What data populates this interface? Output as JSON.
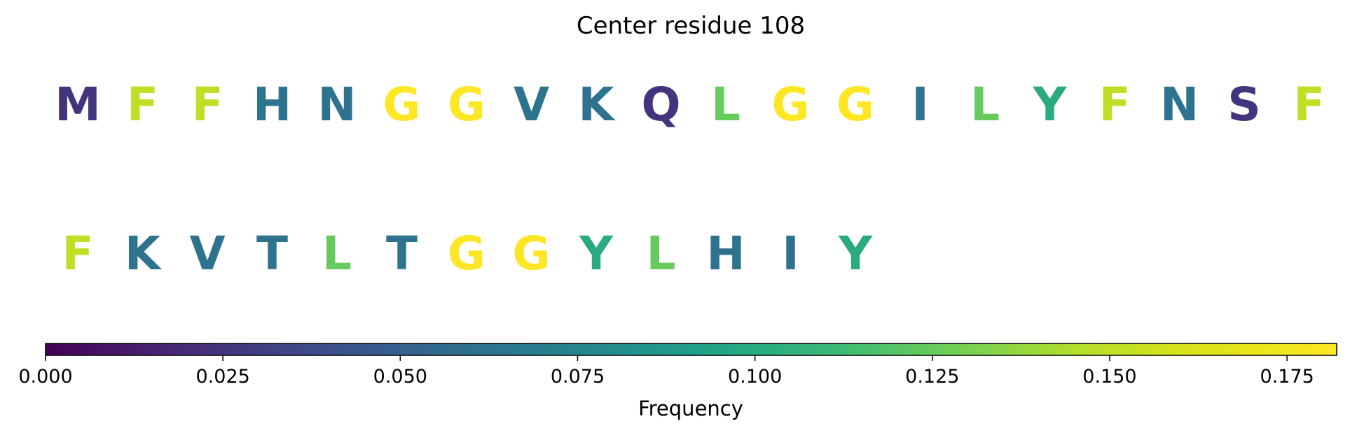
{
  "chart_data": {
    "type": "sequence-logo",
    "title": "Center residue 108",
    "rows": [
      {
        "residues": [
          "M",
          "F",
          "F",
          "H",
          "N",
          "G",
          "G",
          "V",
          "K",
          "Q",
          "L",
          "G",
          "G",
          "I",
          "L",
          "Y",
          "F",
          "N",
          "S",
          "F"
        ],
        "frequencies": [
          0.025,
          0.15,
          0.15,
          0.062,
          0.062,
          0.182,
          0.182,
          0.062,
          0.062,
          0.025,
          0.125,
          0.182,
          0.182,
          0.062,
          0.125,
          0.1,
          0.15,
          0.062,
          0.025,
          0.15
        ]
      },
      {
        "residues": [
          "F",
          "K",
          "V",
          "T",
          "L",
          "T",
          "G",
          "G",
          "Y",
          "L",
          "H",
          "I",
          "Y"
        ],
        "frequencies": [
          0.15,
          0.062,
          0.062,
          0.062,
          0.125,
          0.062,
          0.182,
          0.182,
          0.1,
          0.125,
          0.062,
          0.062,
          0.1
        ]
      }
    ],
    "colorbar": {
      "label": "Frequency",
      "colormap": "viridis",
      "range": [
        0,
        0.182
      ],
      "ticks": [
        "0.000",
        "0.025",
        "0.050",
        "0.075",
        "0.100",
        "0.125",
        "0.150",
        "0.175"
      ]
    }
  }
}
